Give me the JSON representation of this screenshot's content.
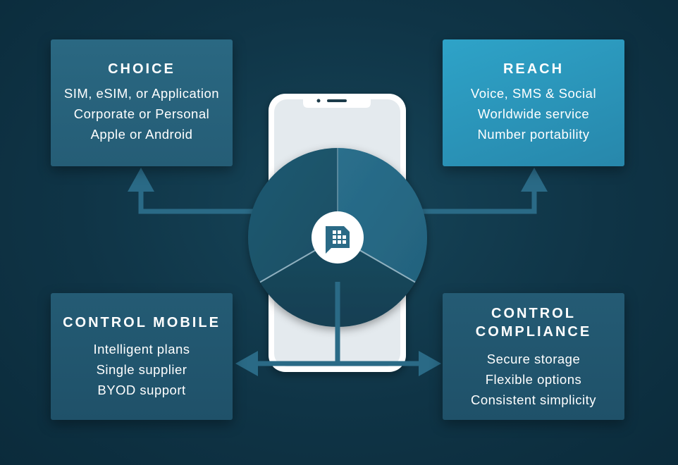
{
  "boxes": {
    "choice": {
      "title": "CHOICE",
      "items": [
        "SIM, eSIM, or Application",
        "Corporate or Personal",
        "Apple or Android"
      ]
    },
    "reach": {
      "title": "REACH",
      "items": [
        "Voice, SMS & Social",
        "Worldwide service",
        "Number portability"
      ]
    },
    "control_mobile": {
      "title": "CONTROL MOBILE",
      "items": [
        "Intelligent plans",
        "Single supplier",
        "BYOD support"
      ]
    },
    "control_compliance": {
      "title_line1": "CONTROL",
      "title_line2": "COMPLIANCE",
      "items": [
        "Secure storage",
        "Flexible options",
        "Consistent simplicity"
      ]
    }
  },
  "colors": {
    "background": "#0f3547",
    "choice_box": "#2a6882",
    "reach_box": "#2ea3c8",
    "control_box": "#245b74",
    "arrow": "#2a6a86",
    "phone_body": "#e9eef1"
  },
  "icons": {
    "center": "sim-chat-bubble-icon"
  }
}
